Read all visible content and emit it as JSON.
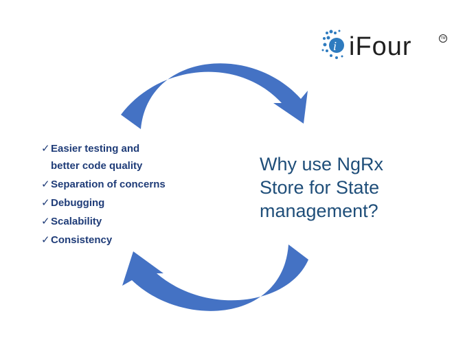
{
  "logo": {
    "brand": "iFour",
    "mark": "TM"
  },
  "question": {
    "text": "Why use NgRx Store for State management?"
  },
  "benefits": {
    "items": [
      "Easier testing and better code quality",
      "Separation of concerns",
      "Debugging",
      "Scalability",
      "Consistency"
    ],
    "check_glyph": "✓"
  },
  "colors": {
    "arrow": "#4472c4",
    "list_text": "#1f3c78",
    "question_text": "#1f4e79",
    "logo_dots": "#2e7bbf"
  }
}
